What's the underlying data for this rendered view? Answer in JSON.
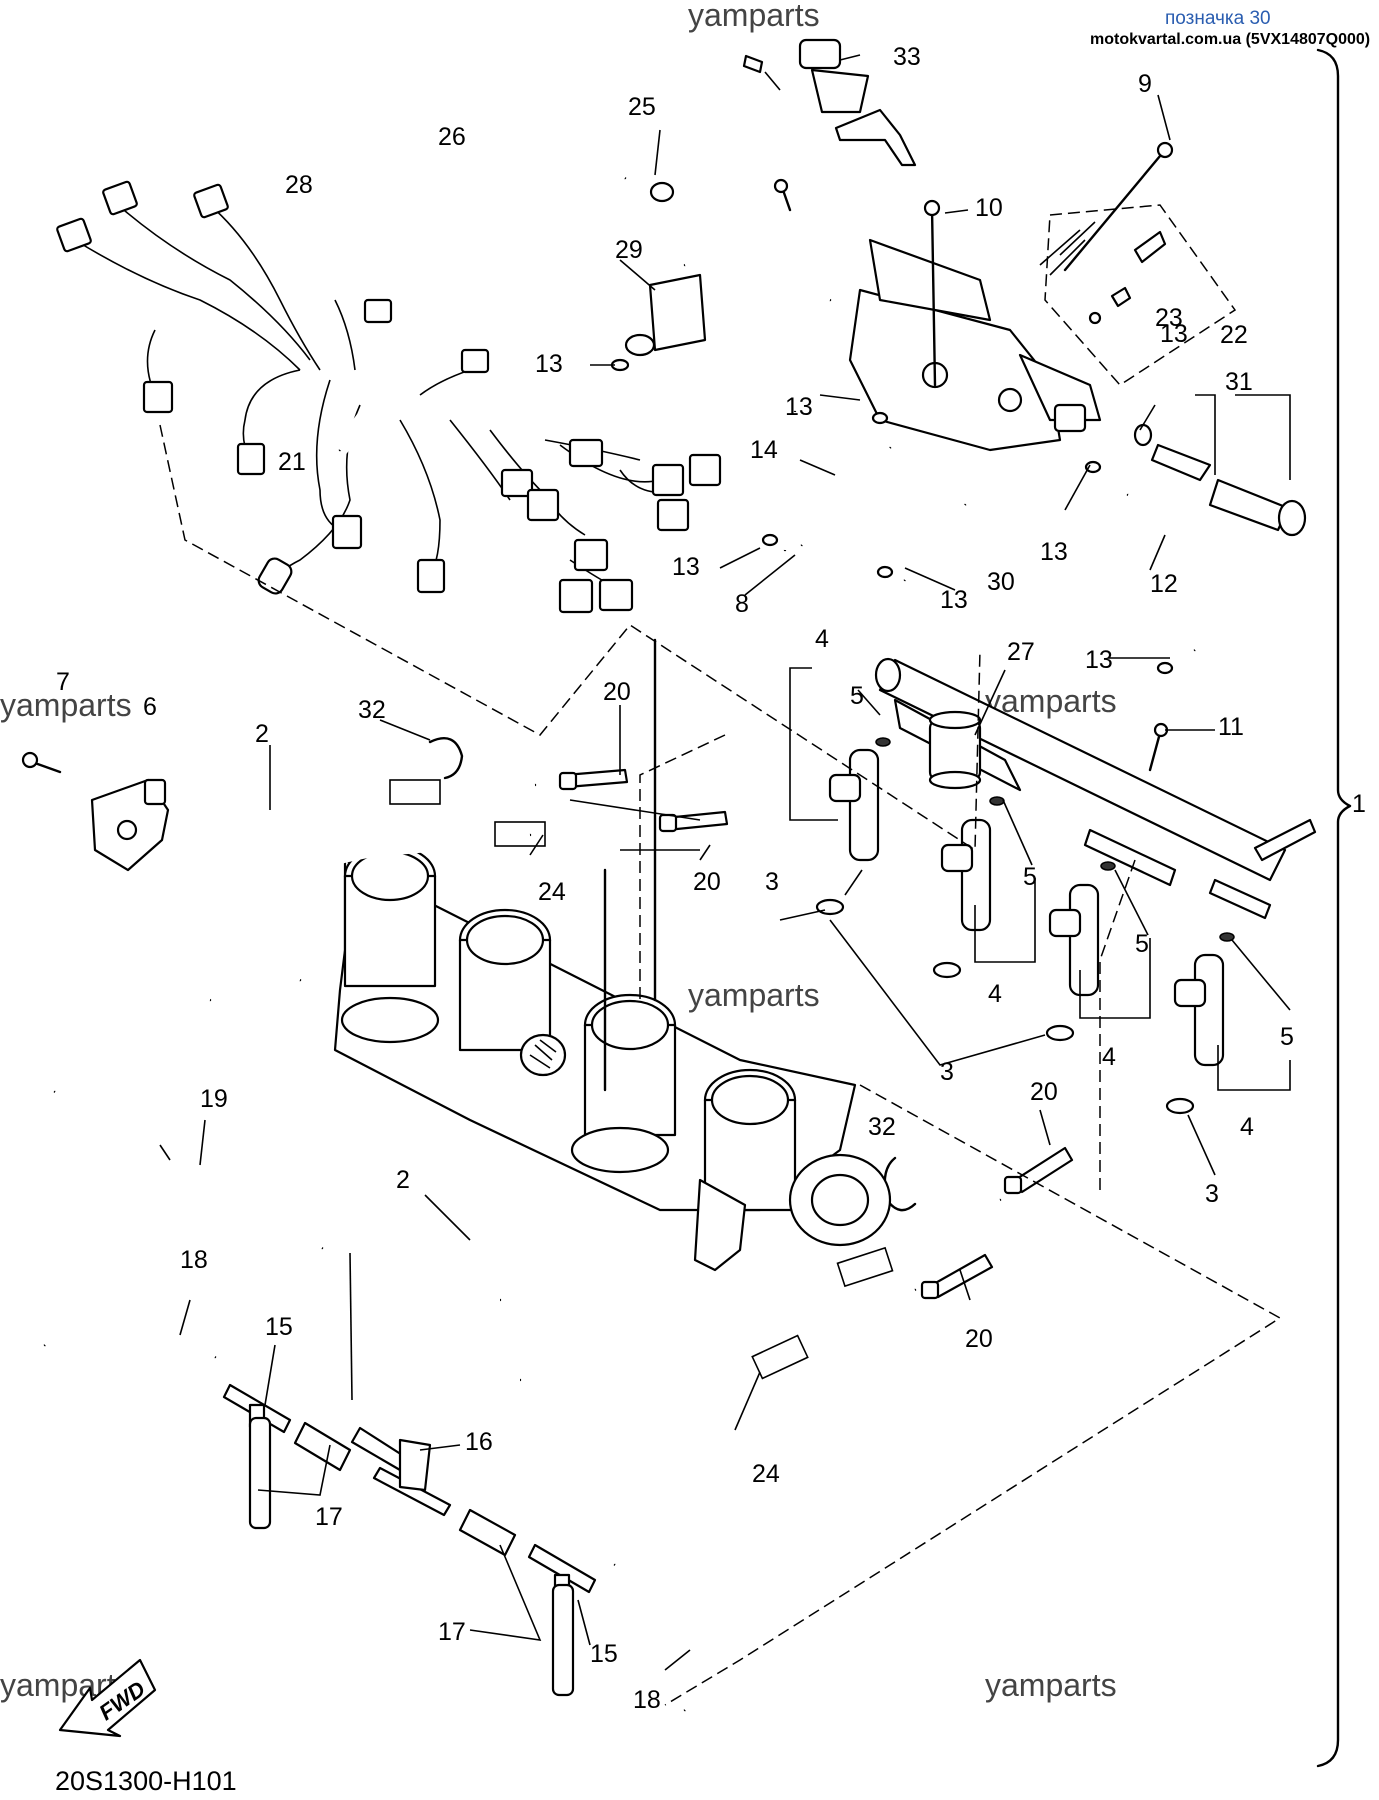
{
  "header": {
    "note": "позначка 30",
    "site": "motokvartal.com.ua (5VX14807Q000)"
  },
  "watermarks": [
    "yamparts",
    "yamparts",
    "yamparts",
    "yamparts",
    "yamparts",
    "yamparts"
  ],
  "diagram_code": "20S1300-H101",
  "fwd_label": "FWD",
  "callouts": [
    "1",
    "2",
    "2",
    "3",
    "3",
    "3",
    "4",
    "4",
    "4",
    "4",
    "5",
    "5",
    "5",
    "5",
    "6",
    "7",
    "8",
    "9",
    "10",
    "11",
    "12",
    "13",
    "13",
    "13",
    "13",
    "13",
    "13",
    "13",
    "14",
    "15",
    "15",
    "16",
    "17",
    "17",
    "18",
    "18",
    "19",
    "20",
    "20",
    "20",
    "20",
    "21",
    "22",
    "23",
    "24",
    "24",
    "25",
    "26",
    "27",
    "28",
    "29",
    "30",
    "31",
    "32",
    "32",
    "33"
  ]
}
